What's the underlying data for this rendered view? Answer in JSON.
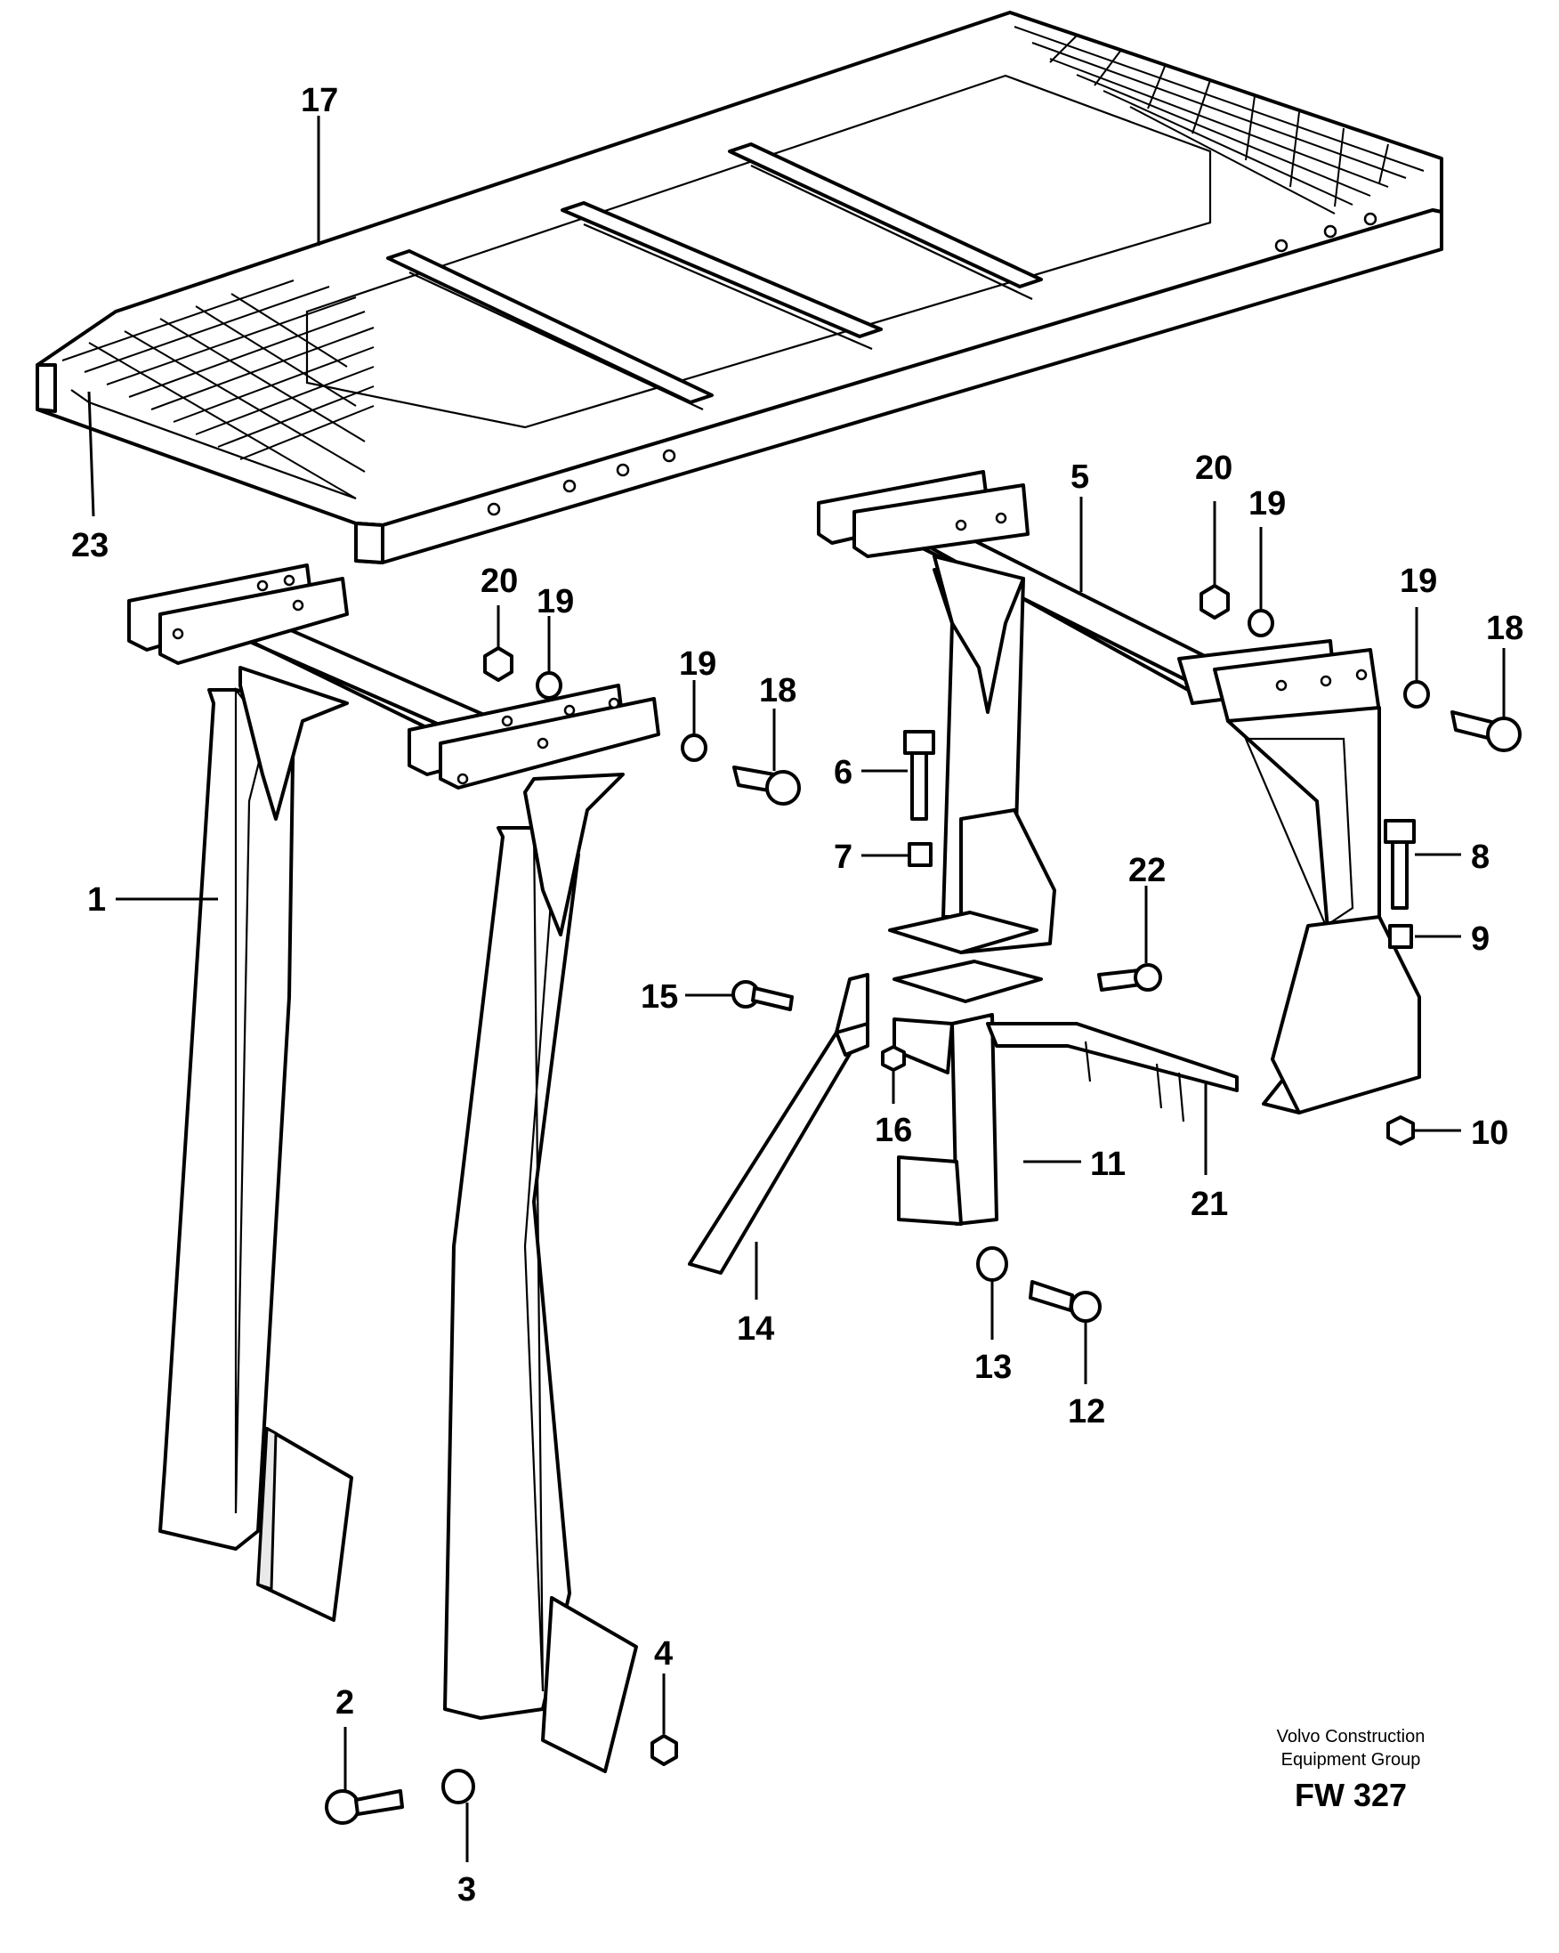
{
  "callouts": {
    "c1": "1",
    "c2": "2",
    "c3": "3",
    "c4": "4",
    "c5": "5",
    "c6": "6",
    "c7": "7",
    "c8": "8",
    "c9": "9",
    "c10": "10",
    "c11": "11",
    "c12": "12",
    "c13": "13",
    "c14": "14",
    "c15": "15",
    "c16": "16",
    "c17": "17",
    "c18a": "18",
    "c18b": "18",
    "c19a": "19",
    "c19b": "19",
    "c19c": "19",
    "c19d": "19",
    "c20a": "20",
    "c20b": "20",
    "c21": "21",
    "c22": "22",
    "c23": "23"
  },
  "credit": {
    "line1": "Volvo Construction",
    "line2": "Equipment Group",
    "code": "FW 327"
  }
}
